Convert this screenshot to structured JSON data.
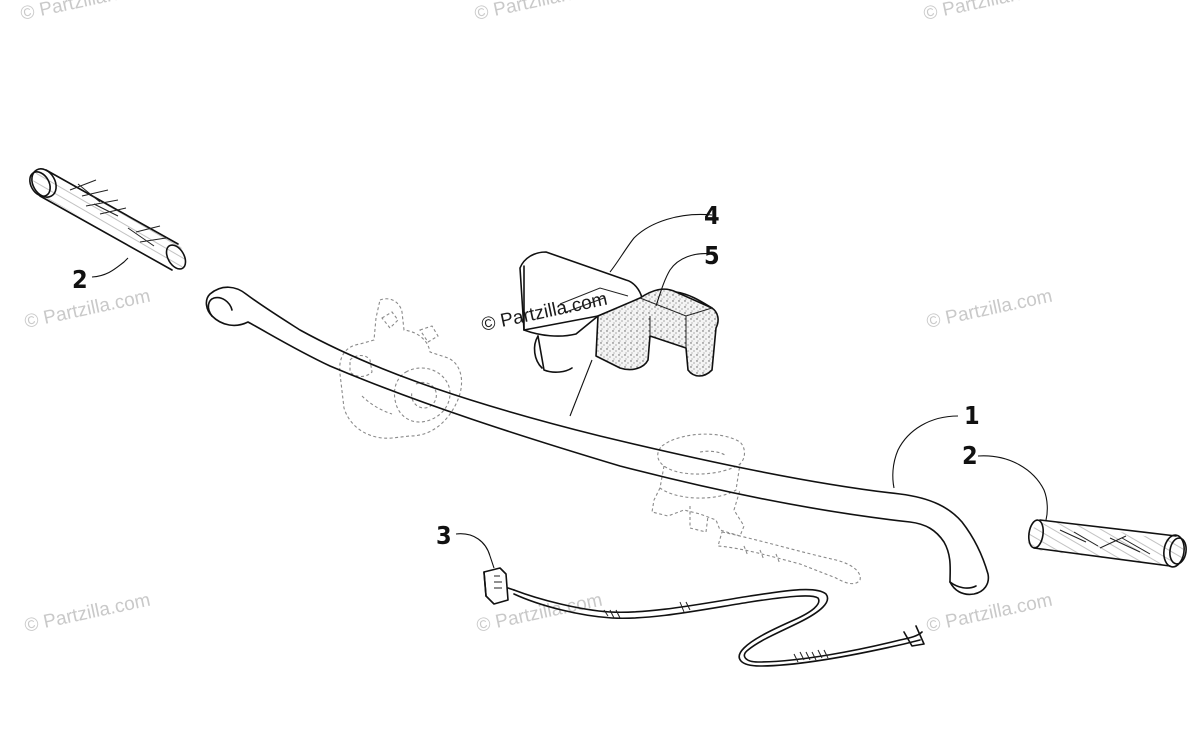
{
  "watermark": {
    "text": "© Partzilla.com"
  },
  "callouts": {
    "handlebar": "1",
    "grip_left": "2",
    "grip_right": "2",
    "wiring_harness": "3",
    "pad_cover": "4",
    "foam_pad": "5"
  },
  "colors": {
    "ink": "#111111",
    "watermark": "#c9c9c9",
    "background": "#ffffff"
  }
}
